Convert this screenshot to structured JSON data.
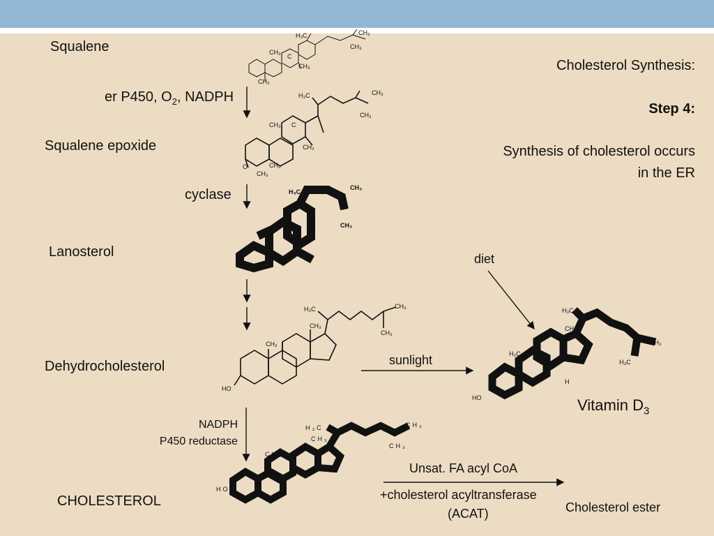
{
  "slide": {
    "title_line": "Cholesterol Synthesis:",
    "step": "Step 4:",
    "description_line1": "Synthesis of cholesterol occurs",
    "description_line2": "in the ER"
  },
  "pathway": {
    "squalene": "Squalene",
    "step1_enzyme_prefix": "er P450, O",
    "step1_enzyme_sub": "2",
    "step1_enzyme_suffix": ", NADPH",
    "squalene_epoxide": "Squalene epoxide",
    "cyclase": "cyclase",
    "lanosterol": "Lanosterol",
    "dehydrocholesterol": "Dehydrocholesterol",
    "sunlight": "sunlight",
    "diet": "diet",
    "vitamin_d_prefix": "Vitamin D",
    "vitamin_d_sub": "3",
    "nadph": "NADPH",
    "reductase": "P450 reductase",
    "cholesterol": "CHOLESTEROL",
    "acyl_coa": "Unsat. FA acyl CoA",
    "acat_line1": "+cholesterol acyltransferase",
    "acat_line2": "(ACAT)",
    "cholesterol_ester": "Cholesterol ester"
  },
  "structure_labels": {
    "h3c": "H₃C",
    "ch3": "CH₃",
    "c": "C",
    "o": "O",
    "ho": "HO",
    "h": "H"
  },
  "colors": {
    "background": "#ecdcc3",
    "top_bar": "#93b8d6",
    "top_line": "#ffffff",
    "ink": "#111111"
  }
}
